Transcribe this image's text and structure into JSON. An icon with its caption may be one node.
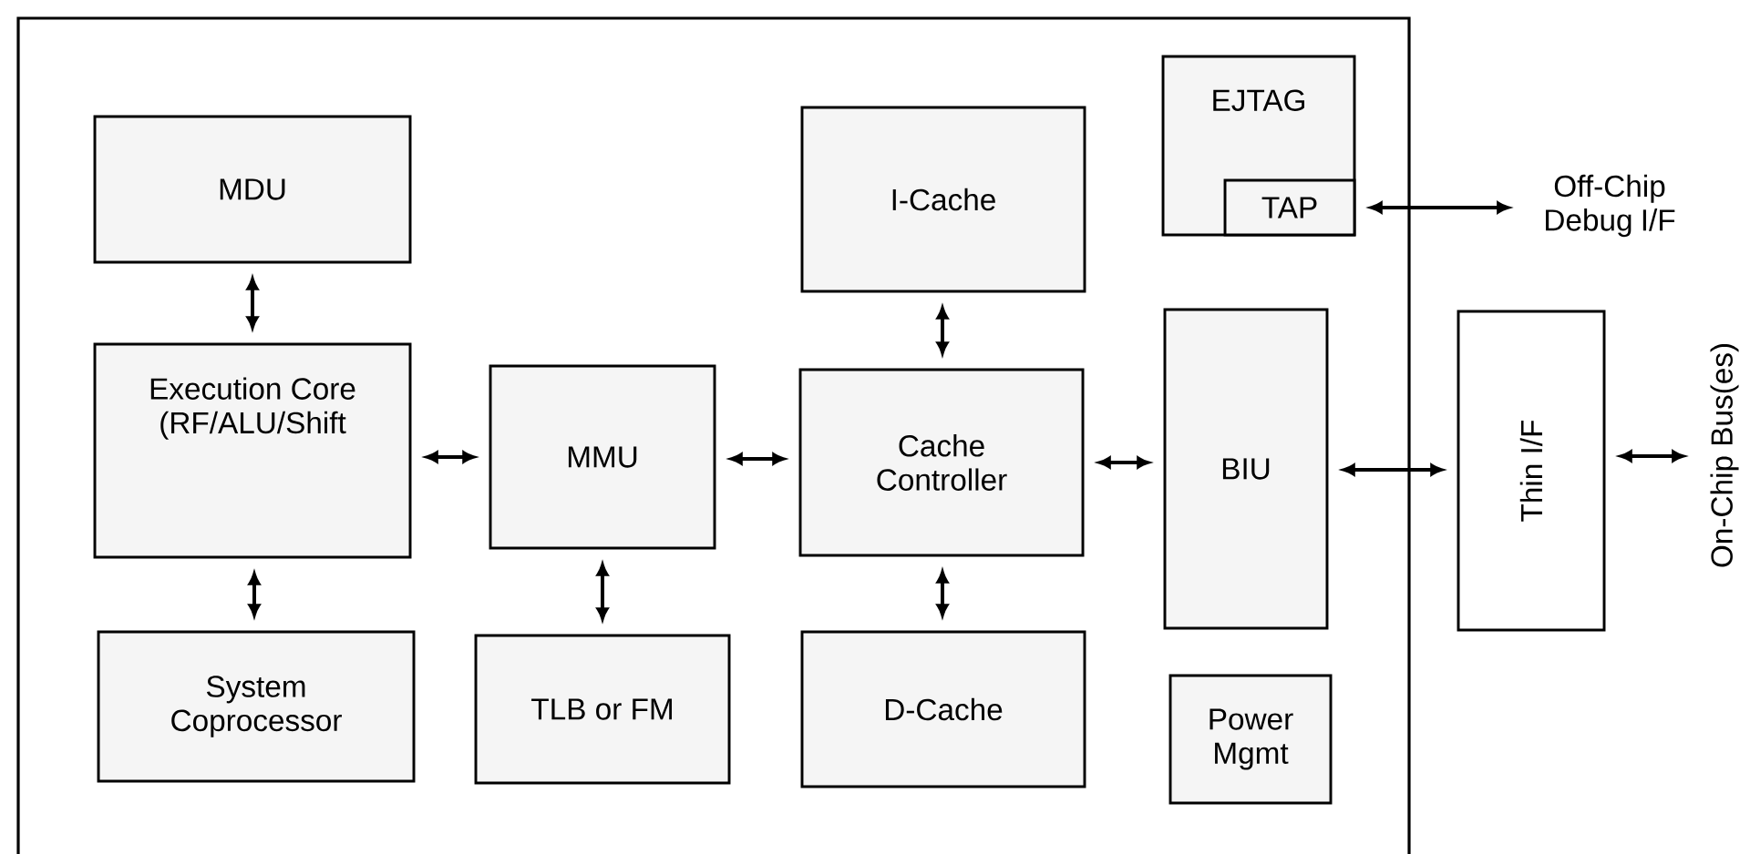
{
  "diagram": {
    "nodes": [
      {
        "text": [
          "MDU"
        ]
      },
      {
        "text": [
          "Execution Core (RF/ALU/Shift"
        ]
      },
      {
        "text": [
          "System Coprocessor"
        ]
      },
      {
        "text": [
          "MMU"
        ]
      },
      {
        "text": [
          "TLB or FM"
        ]
      },
      {
        "text": [
          "I-Cache"
        ]
      },
      {
        "text": [
          "Cache Controller"
        ]
      },
      {
        "text": [
          "D-Cache"
        ]
      },
      {
        "text": [
          "EJTAG"
        ]
      },
      {
        "text": [
          "TAP"
        ],
        "in": 8
      },
      {
        "text": [
          "BIU"
        ]
      },
      {
        "text": [
          "Power Mgmt"
        ]
      },
      {
        "text": [
          "Off-Chip Debug I/F"
        ]
      },
      {
        "text": [
          "Thin I/F"
        ]
      },
      {
        "text": [
          "On-Chip Bus(es)"
        ]
      }
    ],
    "edges": [
      {
        "from": 0,
        "to": 1,
        "arrow": "both"
      },
      {
        "from": 1,
        "to": 2,
        "arrow": "both"
      },
      {
        "from": 1,
        "to": 3,
        "arrow": "both"
      },
      {
        "from": 3,
        "to": 6,
        "arrow": "both"
      },
      {
        "from": 3,
        "to": 4,
        "arrow": "both"
      },
      {
        "from": 5,
        "to": 6,
        "arrow": "both"
      },
      {
        "from": 6,
        "to": 7,
        "arrow": "both"
      },
      {
        "from": 6,
        "to": 10,
        "arrow": "both"
      },
      {
        "from": 9,
        "to": 12,
        "arrow": "both"
      },
      {
        "from": 10,
        "to": 13,
        "arrow": "both"
      },
      {
        "from": 13,
        "to": 14,
        "arrow": "both"
      }
    ]
  }
}
